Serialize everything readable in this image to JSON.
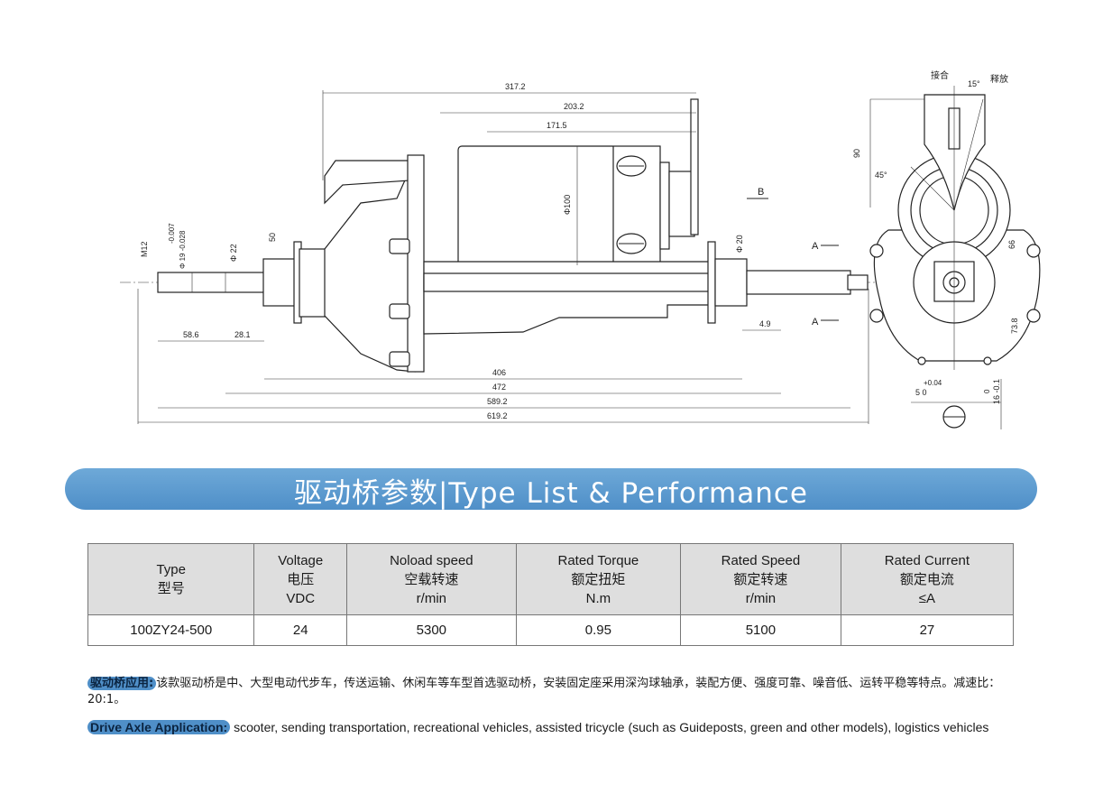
{
  "drawing": {
    "dims": {
      "d317": "317.2",
      "d203": "203.2",
      "d171": "171.5",
      "d100": "Φ100",
      "d406": "406",
      "d472": "472",
      "d589": "589.2",
      "d619": "619.2",
      "d586": "58.6",
      "d281": "28.1",
      "d49": "4.9",
      "m12": "M12",
      "d19a": "-0.007",
      "d19b": "Φ 19 -0.028",
      "d22": "Φ 22",
      "d50": "50",
      "d20": "Φ 20",
      "d90": "90",
      "d45": "45°",
      "d15": "15°",
      "d66": "66",
      "d738": "73.8",
      "tol1": "+0.04",
      "tol2": "5  0",
      "tol3": "0",
      "tol4": "16 -0.1"
    },
    "labels": {
      "B": "B",
      "A1": "A",
      "A2": "A",
      "engage": "接合",
      "release": "释放"
    }
  },
  "banner": {
    "title": "驱动桥参数|Type List & Performance"
  },
  "table": {
    "headers": [
      {
        "en": "Type",
        "cn": "型号",
        "unit": ""
      },
      {
        "en": "Voltage",
        "cn": "电压",
        "unit": "VDC"
      },
      {
        "en": "Noload speed",
        "cn": "空载转速",
        "unit": "r/min"
      },
      {
        "en": "Rated Torque",
        "cn": "额定扭矩",
        "unit": "N.m"
      },
      {
        "en": "Rated Speed",
        "cn": "额定转速",
        "unit": "r/min"
      },
      {
        "en": "Rated Current",
        "cn": "额定电流",
        "unit": "≤A"
      }
    ],
    "rows": [
      [
        "100ZY24-500",
        "24",
        "5300",
        "0.95",
        "5100",
        "27"
      ]
    ]
  },
  "notes": {
    "cn_tag": "驱动桥应用:",
    "cn_text": "该款驱动桥是中、大型电动代步车，传送运输、休闲车等车型首选驱动桥，安装固定座采用深沟球轴承，装配方便、强度可靠、噪音低、运转平稳等特点。减速比：20:1。",
    "en_tag": "Drive Axle Application:",
    "en_text": " scooter, sending transportation, recreational vehicles, assisted tricycle (such as Guideposts, green and other models), logistics vehicles"
  }
}
